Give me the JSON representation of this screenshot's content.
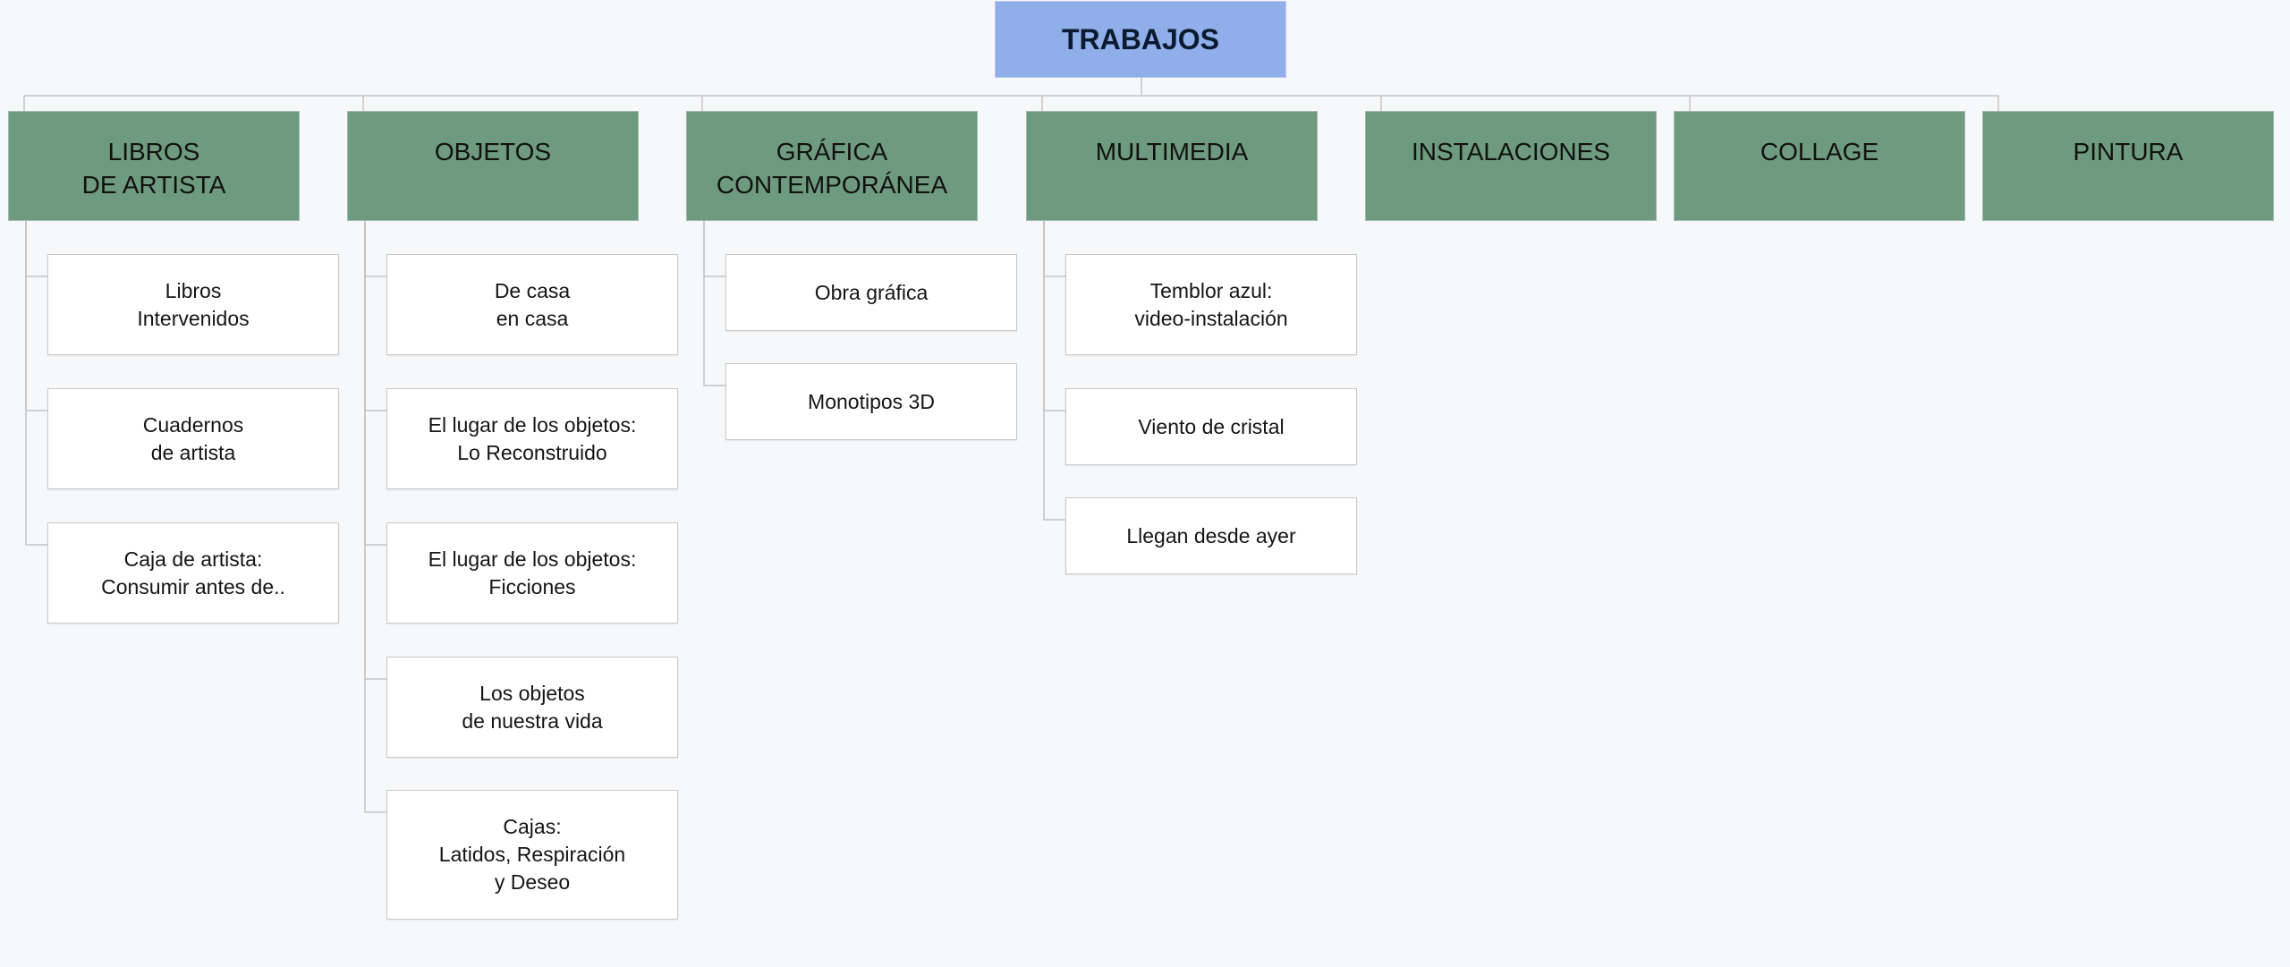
{
  "root": {
    "label": "TRABAJOS"
  },
  "categories": [
    {
      "label": "LIBROS\nDE ARTISTA",
      "items": [
        "Libros\nIntervenidos",
        "Cuadernos\nde artista",
        "Caja de artista:\nConsumir antes de.."
      ]
    },
    {
      "label": "OBJETOS",
      "items": [
        "De casa\nen casa",
        "El lugar de los objetos:\nLo Reconstruido",
        "El lugar de los objetos:\nFicciones",
        "Los objetos\nde nuestra vida",
        "Cajas:\nLatidos, Respiración\ny Deseo"
      ]
    },
    {
      "label": "GRÁFICA\nCONTEMPORÁNEA",
      "items": [
        "Obra gráfica",
        "Monotipos 3D"
      ]
    },
    {
      "label": "MULTIMEDIA",
      "items": [
        "Temblor azul:\nvideo-instalación",
        "Viento de cristal",
        "Llegan desde ayer"
      ]
    },
    {
      "label": "INSTALACIONES",
      "items": []
    },
    {
      "label": "COLLAGE",
      "items": []
    },
    {
      "label": "PINTURA",
      "items": []
    }
  ],
  "colors": {
    "root_fill": "#8faeea",
    "category_fill": "#6e9a7f",
    "item_fill": "#ffffff",
    "connector": "#c4c4c4",
    "background": "#f7f8fa"
  }
}
